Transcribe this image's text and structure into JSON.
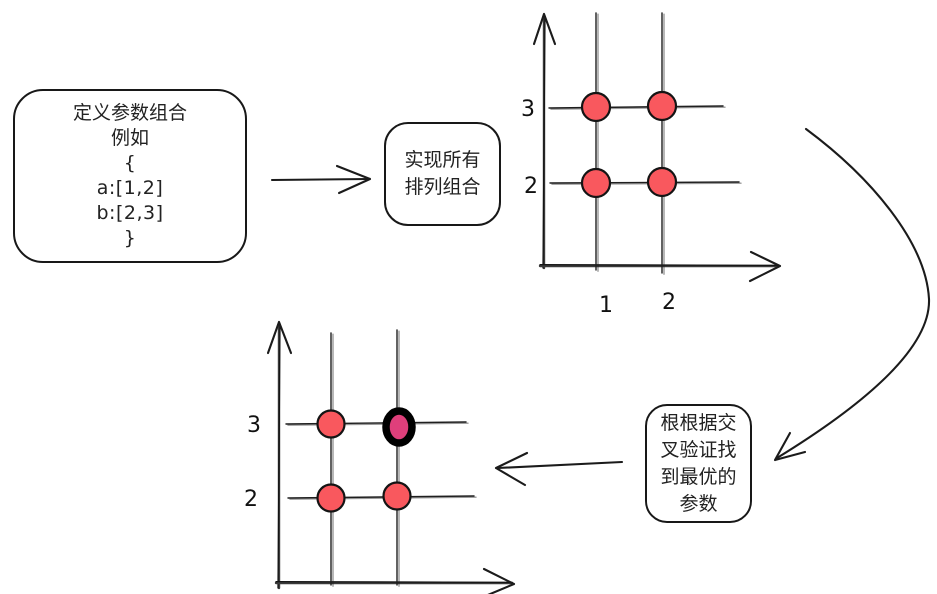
{
  "palette": {
    "background": "#ffffff",
    "ink": "#1b1b1b",
    "dot_fill": "#f9585e",
    "dot_stroke": "#141414",
    "highlight_fill": "#df3f7b",
    "highlight_stroke": "#000000"
  },
  "flow": {
    "define_box": {
      "lines": [
        "定义参数组合",
        "例如",
        "{",
        "a:[1,2]",
        "b:[2,3]",
        "}"
      ]
    },
    "permute_box": {
      "lines": [
        "实现所有",
        "排列组合"
      ]
    },
    "cv_box": {
      "lines": [
        "根根据交",
        "叉验证找",
        "到最优的",
        "参数"
      ]
    }
  },
  "chart_data": [
    {
      "type": "scatter",
      "name": "all-parameter-combinations-grid",
      "title": "",
      "x_ticks": [
        "1",
        "2"
      ],
      "y_ticks_top_to_bottom": [
        "3",
        "2"
      ],
      "points": [
        [
          1,
          3
        ],
        [
          2,
          3
        ],
        [
          1,
          2
        ],
        [
          2,
          2
        ]
      ],
      "point_color": "#f9585e",
      "grid": true,
      "axis_arrows": true,
      "legend": "none"
    },
    {
      "type": "scatter",
      "name": "best-parameters-grid",
      "title": "",
      "x_ticks": [],
      "y_ticks_top_to_bottom": [
        "3",
        "2"
      ],
      "points": [
        [
          1,
          3
        ],
        [
          2,
          3
        ],
        [
          1,
          2
        ],
        [
          2,
          2
        ]
      ],
      "highlighted_point": [
        2,
        3
      ],
      "point_color": "#f9585e",
      "highlight_color": "#df3f7b",
      "grid": true,
      "axis_arrows": true,
      "legend": "none"
    }
  ]
}
